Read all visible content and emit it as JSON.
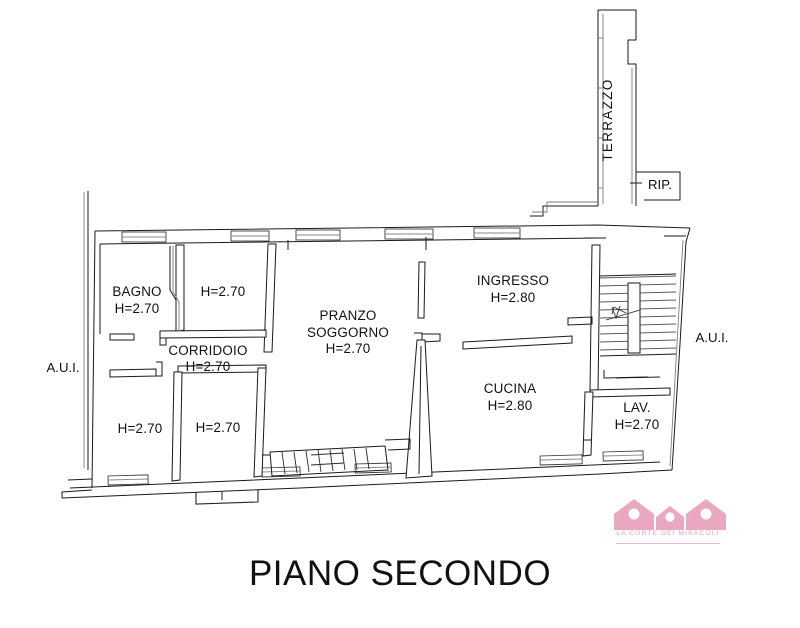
{
  "document": {
    "title": "PIANO SECONDO",
    "type": "architectural-floor-plan",
    "floor": "Piano Secondo",
    "language": "it"
  },
  "rooms": [
    {
      "id": "bagno",
      "name": "BAGNO",
      "height_label": "H=2.70",
      "height_m": 2.7
    },
    {
      "id": "camera1",
      "name": "",
      "height_label": "H=2.70",
      "height_m": 2.7
    },
    {
      "id": "corridoio",
      "name": "CORRIDOIO",
      "height_label": "H=2.70",
      "height_m": 2.7
    },
    {
      "id": "camera2",
      "name": "",
      "height_label": "H=2.70",
      "height_m": 2.7
    },
    {
      "id": "camera3",
      "name": "",
      "height_label": "H=2.70",
      "height_m": 2.7
    },
    {
      "id": "pranzo",
      "name": "PRANZO SOGGORNO",
      "height_label": "H=2.70",
      "height_m": 2.7
    },
    {
      "id": "ingresso",
      "name": "INGRESSO",
      "height_label": "H=2.80",
      "height_m": 2.8
    },
    {
      "id": "cucina",
      "name": "CUCINA",
      "height_label": "H=2.80",
      "height_m": 2.8
    },
    {
      "id": "lav",
      "name": "LAV.",
      "height_label": "H=2.70",
      "height_m": 2.7
    },
    {
      "id": "terrazzo",
      "name": "TERRAZZO",
      "height_label": "",
      "height_m": null
    },
    {
      "id": "rip",
      "name": "RIP.",
      "height_label": "",
      "height_m": null
    }
  ],
  "labels": {
    "bagno": "BAGNO",
    "bagno_h": "H=2.70",
    "camera1_h": "H=2.70",
    "corridoio": "CORRIDOIO",
    "corridoio_h": "H=2.70",
    "camera2_h": "H=2.70",
    "camera3_h": "H=2.70",
    "pranzo_line1": "PRANZO",
    "pranzo_line2": "SOGGORNO",
    "pranzo_h": "H=2.70",
    "ingresso": "INGRESSO",
    "ingresso_h": "H=2.80",
    "cucina": "CUCINA",
    "cucina_h": "H=2.80",
    "lav": "LAV.",
    "lav_h": "H=2.70",
    "terrazzo": "TERRAZZO",
    "rip": "RIP.",
    "aui_left": "A.U.I.",
    "aui_right": "A.U.I."
  },
  "logo": {
    "brand": "LA CORTE DEI MIRACOLI",
    "color": "#eaa8c0",
    "text_color": "#e8a3bd",
    "houses": 3
  },
  "colors": {
    "background": "#ffffff",
    "wall": "#1a1a1a",
    "wall_light": "#7d7d7d",
    "text": "#111111",
    "brand_pink": "#eaa8c0"
  }
}
